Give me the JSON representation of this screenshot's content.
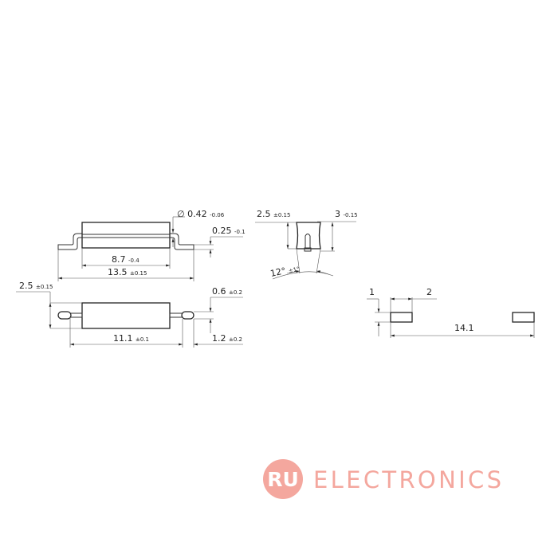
{
  "drawing": {
    "top_view": {
      "diameter_symbol": "∅",
      "lead_diameter": {
        "value": "0.42",
        "tol": "-0.06"
      },
      "lead_thickness": {
        "value": "0.25",
        "tol": "-0.1"
      },
      "body_length": {
        "value": "8.7",
        "tol": "-0.4"
      },
      "overall_length": {
        "value": "13.5",
        "tol": "±0.15"
      }
    },
    "bottom_view": {
      "body_height": {
        "value": "2.5",
        "tol": "±0.15"
      },
      "pad_width": {
        "value": "0.6",
        "tol": "±0.2"
      },
      "lead_span": {
        "value": "11.1",
        "tol": "±0.1"
      },
      "pad_length": {
        "value": "1.2",
        "tol": "±0.2"
      }
    },
    "side_view": {
      "body_width": {
        "value": "2.5",
        "tol": "±0.15"
      },
      "body_height": {
        "value": "3",
        "tol": "-0.15"
      },
      "taper_angle": {
        "value": "12°",
        "tol": "±1°"
      }
    },
    "footprint": {
      "pad_height": "1",
      "pad_width": "2",
      "pad_span": "14.1"
    }
  },
  "logo": {
    "mark": "RU",
    "name": "ELECTRONICS",
    "color": "#f4a79e"
  }
}
